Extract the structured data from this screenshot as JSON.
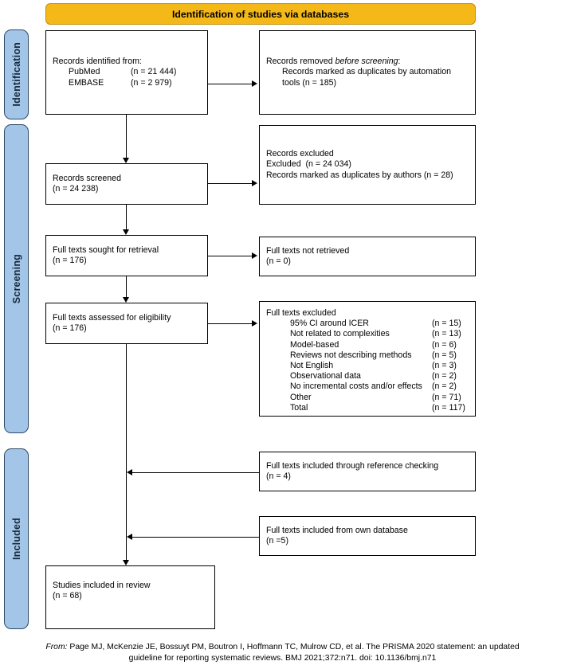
{
  "banner": {
    "title": "Identification of studies via databases"
  },
  "phases": [
    {
      "label": "Identification"
    },
    {
      "label": "Screening"
    },
    {
      "label": "Included"
    }
  ],
  "boxes": {
    "records_identified": {
      "title": "Records identified from:",
      "rows": [
        {
          "source": "PubMed",
          "count": "(n = 21 444)"
        },
        {
          "source": "EMBASE",
          "count": "(n = 2 979)"
        }
      ]
    },
    "records_removed": {
      "title_prefix": "Records removed ",
      "title_italic": "before screening",
      "title_suffix": ":",
      "line1": "Records marked as duplicates by automation",
      "line2": "tools (n = 185)"
    },
    "records_screened": {
      "line1": "Records screened",
      "line2": "(n = 24 238)"
    },
    "records_excluded": {
      "line1": "Records excluded",
      "line2": "Excluded  (n = 24 034)",
      "line3": "Records marked as duplicates by authors (n = 28)"
    },
    "full_texts_sought": {
      "line1": "Full texts sought for retrieval",
      "line2": "(n = 176)"
    },
    "full_texts_not_retrieved": {
      "line1": "Full texts not retrieved",
      "line2": "(n = 0)"
    },
    "full_texts_assessed": {
      "line1": "Full texts assessed for eligibility",
      "line2": "(n = 176)"
    },
    "full_texts_excluded": {
      "title": "Full texts excluded",
      "reasons": [
        {
          "reason": "95% CI around ICER",
          "count": "(n = 15)"
        },
        {
          "reason": "Not related to complexities",
          "count": "(n = 13)"
        },
        {
          "reason": "Model-based",
          "count": "(n = 6)"
        },
        {
          "reason": "Reviews not describing methods",
          "count": "(n = 5)"
        },
        {
          "reason": "Not English",
          "count": "(n = 3)"
        },
        {
          "reason": "Observational data",
          "count": "(n = 2)"
        },
        {
          "reason": "No incremental costs and/or effects",
          "count": "(n = 2)"
        },
        {
          "reason": "Other",
          "count": "(n = 71)"
        },
        {
          "reason": "Total",
          "count": "(n = 117)"
        }
      ]
    },
    "included_reference_checking": {
      "line1": "Full texts included through reference checking",
      "line2": "(n = 4)"
    },
    "included_own_database": {
      "line1": "Full texts included from own database",
      "line2": "(n =5)"
    },
    "studies_included": {
      "line1": "Studies included in review",
      "line2": "(n = 68)"
    }
  },
  "footer": {
    "prefix": "From:",
    "line1": "Page MJ, McKenzie JE, Bossuyt PM, Boutron I, Hoffmann TC, Mulrow CD, et al. The PRISMA 2020 statement: an updated",
    "line2": "guideline for reporting systematic reviews. BMJ 2021;372:n71. doi: 10.1136/bmj.n71"
  },
  "colors": {
    "banner_fill": "#f5b819",
    "phase_fill": "#a3c6e8",
    "phase_border": "#2e4a66",
    "box_border": "#000000"
  }
}
